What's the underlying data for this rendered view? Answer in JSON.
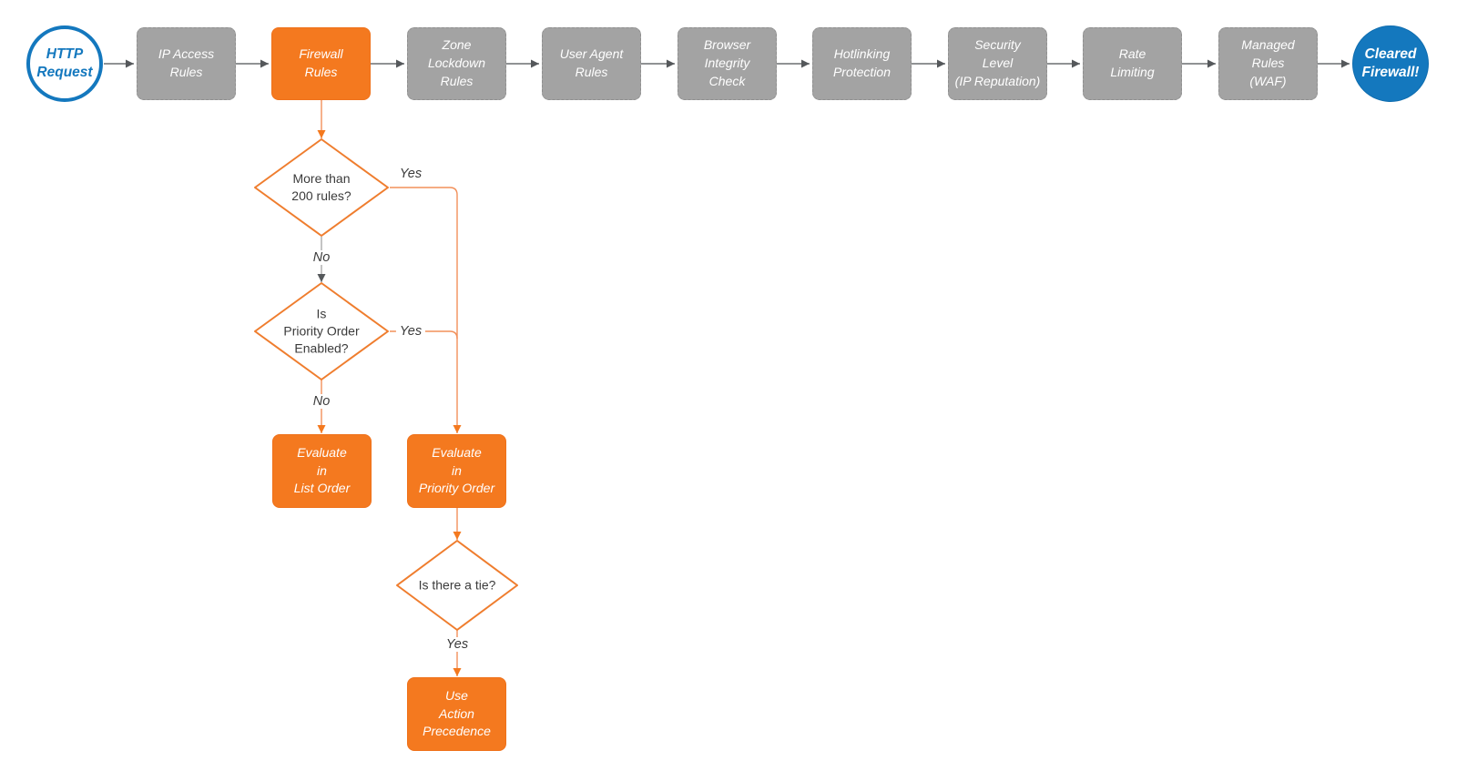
{
  "colors": {
    "node_orange": "#F4791F",
    "node_gray": "#A3A3A3",
    "node_blue": "#1478BE",
    "connector_gray": "#55585B",
    "connector_orange": "#F2905A",
    "diamond_stroke": "#EF7D2E",
    "text_dark": "#3B3B3B",
    "text_white": "#FFFFFF"
  },
  "pipeline": {
    "start": {
      "label": "HTTP\nRequest"
    },
    "stages": [
      {
        "label": "IP Access\nRules",
        "highlight": false
      },
      {
        "label": "Firewall\nRules",
        "highlight": true
      },
      {
        "label": "Zone\nLockdown\nRules",
        "highlight": false
      },
      {
        "label": "User Agent\nRules",
        "highlight": false
      },
      {
        "label": "Browser\nIntegrity\nCheck",
        "highlight": false
      },
      {
        "label": "Hotlinking\nProtection",
        "highlight": false
      },
      {
        "label": "Security\nLevel\n(IP Reputation)",
        "highlight": false
      },
      {
        "label": "Rate\nLimiting",
        "highlight": false
      },
      {
        "label": "Managed\nRules\n(WAF)",
        "highlight": false
      }
    ],
    "end": {
      "label": "Cleared\nFirewall!"
    }
  },
  "branch": {
    "decision_rules_count": {
      "label": "More than\n200 rules?",
      "yes_label": "Yes",
      "no_label": "No"
    },
    "decision_priority_enabled": {
      "label": "Is\nPriority Order\nEnabled?",
      "yes_label": "Yes",
      "no_label": "No"
    },
    "evaluate_list_order": {
      "label": "Evaluate\nin\nList Order"
    },
    "evaluate_priority_order": {
      "label": "Evaluate\nin\nPriority Order"
    },
    "decision_tie": {
      "label": "Is there a tie?",
      "yes_label": "Yes"
    },
    "use_action_precedence": {
      "label": "Use\nAction\nPrecedence"
    }
  }
}
